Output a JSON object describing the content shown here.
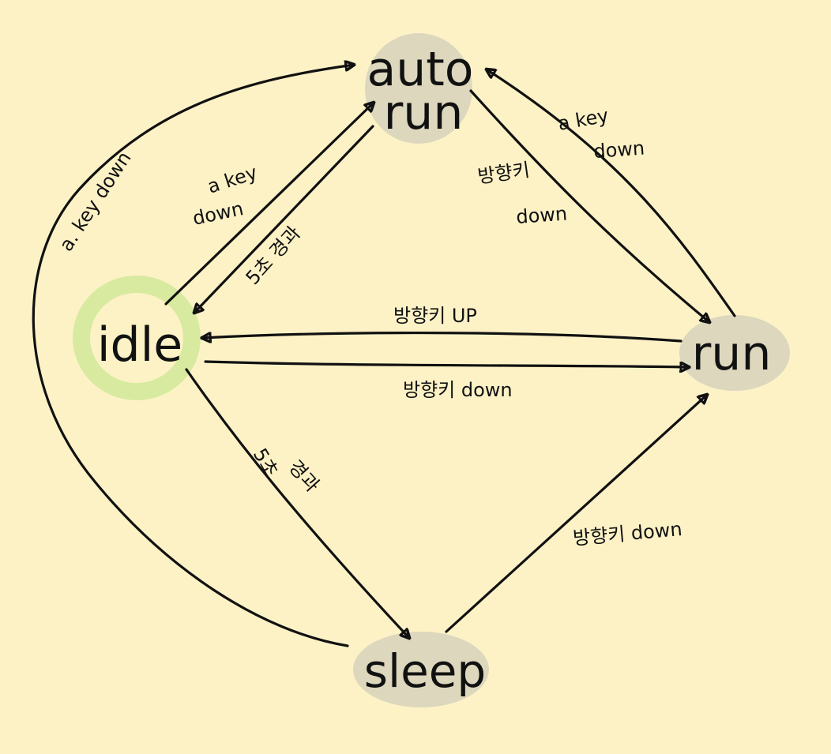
{
  "colors": {
    "background": "#fdf2c6",
    "node_highlight_idle": "#d8eaa0",
    "node_highlight_default": "#dcd7bd",
    "ink": "#111111"
  },
  "nodes": {
    "auto_run": {
      "line1": "auto",
      "line2": "run"
    },
    "idle": {
      "label": "idle"
    },
    "run": {
      "label": "run"
    },
    "sleep": {
      "label": "sleep"
    }
  },
  "edges": {
    "sleep_to_auto_run": {
      "label": "a. key down"
    },
    "idle_to_auto_run": {
      "line1": "a key",
      "line2": "down"
    },
    "auto_run_to_idle": {
      "label": "5초 경과"
    },
    "auto_run_to_run": {
      "line1": "방향키",
      "line2": "down"
    },
    "run_to_auto_run": {
      "line1": "a key",
      "line2": "down"
    },
    "run_to_idle": {
      "label": "방향키 UP"
    },
    "idle_to_run": {
      "label": "방향키 down"
    },
    "idle_to_sleep": {
      "line1": "5초",
      "line2": "경과"
    },
    "sleep_to_run": {
      "label": "방향키 down"
    }
  }
}
